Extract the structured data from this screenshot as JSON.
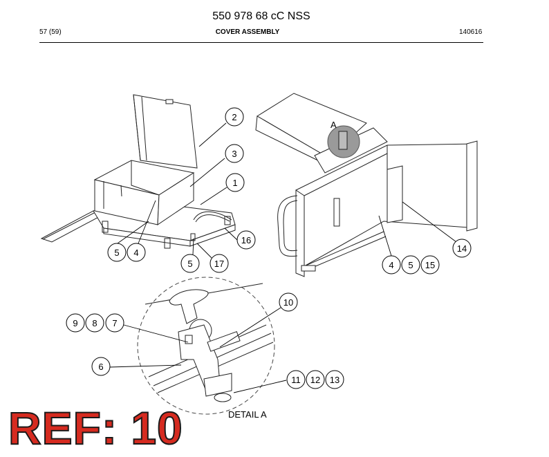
{
  "header": {
    "title": "550 978 68 cC NSS",
    "page": "57 (59)",
    "section": "COVER ASSEMBLY",
    "code": "140616"
  },
  "callouts": {
    "c1": "1",
    "c2": "2",
    "c3": "3",
    "c4a": "4",
    "c5a": "5",
    "c5b": "5",
    "c16": "16",
    "c17": "17",
    "c14": "14",
    "c4b": "4",
    "c5c": "5",
    "c15": "15",
    "c6": "6",
    "c7": "7",
    "c8": "8",
    "c9": "9",
    "c10": "10",
    "c11": "11",
    "c12": "12",
    "c13": "13"
  },
  "detail_marker": "A",
  "detail_label": "DETAIL A",
  "ref_label": "REF: 10",
  "colors": {
    "ref": "#d62b20",
    "shading": "#9a9a9a"
  }
}
